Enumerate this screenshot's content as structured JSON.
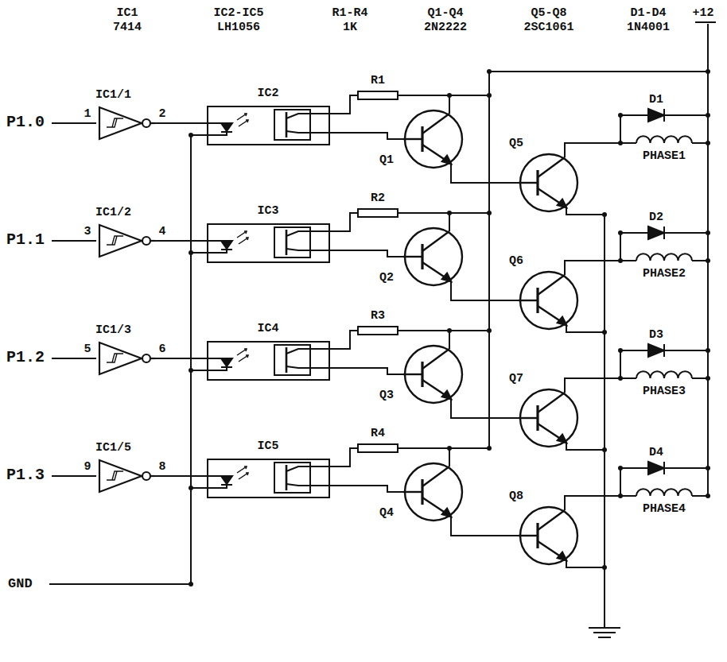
{
  "diagram": {
    "nodes": [
      {
        "text": [
          "IC1/1"
        ]
      },
      {
        "text": [
          "IC2"
        ]
      },
      {
        "text": [
          "Q1"
        ]
      },
      {
        "text": [
          "Q5"
        ]
      },
      {
        "text": [
          "IC1/2"
        ]
      },
      {
        "text": [
          "IC3"
        ]
      },
      {
        "text": [
          "Q2"
        ]
      },
      {
        "text": [
          "Q6"
        ]
      },
      {
        "text": [
          "IC1/3"
        ]
      },
      {
        "text": [
          "IC4"
        ]
      },
      {
        "text": [
          "Q3"
        ]
      },
      {
        "text": [
          "Q7"
        ]
      },
      {
        "text": [
          "IC1/5"
        ]
      },
      {
        "text": [
          "IC5"
        ]
      },
      {
        "text": [
          "Q4"
        ]
      },
      {
        "text": [
          "Q8"
        ]
      }
    ],
    "edges": [
      {
        "from": 0,
        "to": 1,
        "arrow": "none"
      },
      {
        "from": 1,
        "to": 2,
        "arrow": "none"
      },
      {
        "from": 2,
        "to": 3,
        "arrow": "none"
      },
      {
        "from": 4,
        "to": 5,
        "arrow": "none"
      },
      {
        "from": 5,
        "to": 6,
        "arrow": "none"
      },
      {
        "from": 6,
        "to": 7,
        "arrow": "none"
      },
      {
        "from": 8,
        "to": 9,
        "arrow": "none"
      },
      {
        "from": 9,
        "to": 10,
        "arrow": "none"
      },
      {
        "from": 10,
        "to": 11,
        "arrow": "none"
      },
      {
        "from": 12,
        "to": 13,
        "arrow": "none"
      },
      {
        "from": 13,
        "to": 14,
        "arrow": "none"
      },
      {
        "from": 14,
        "to": 15,
        "arrow": "none"
      }
    ],
    "labels": [
      "IC1",
      "7414",
      "IC2-IC5",
      "LH1056",
      "R1-R4",
      "1K",
      "Q1-Q4",
      "2N2222",
      "Q5-Q8",
      "2SC1061",
      "D1-D4",
      "1N4001",
      "+12",
      "P1.0",
      "1",
      "2",
      "R1",
      "D1",
      "PHASE1",
      "P1.1",
      "3",
      "4",
      "R2",
      "D2",
      "PHASE2",
      "P1.2",
      "5",
      "6",
      "R3",
      "D3",
      "PHASE3",
      "P1.3",
      "9",
      "8",
      "R4",
      "D4",
      "PHASE4",
      "GND"
    ]
  }
}
